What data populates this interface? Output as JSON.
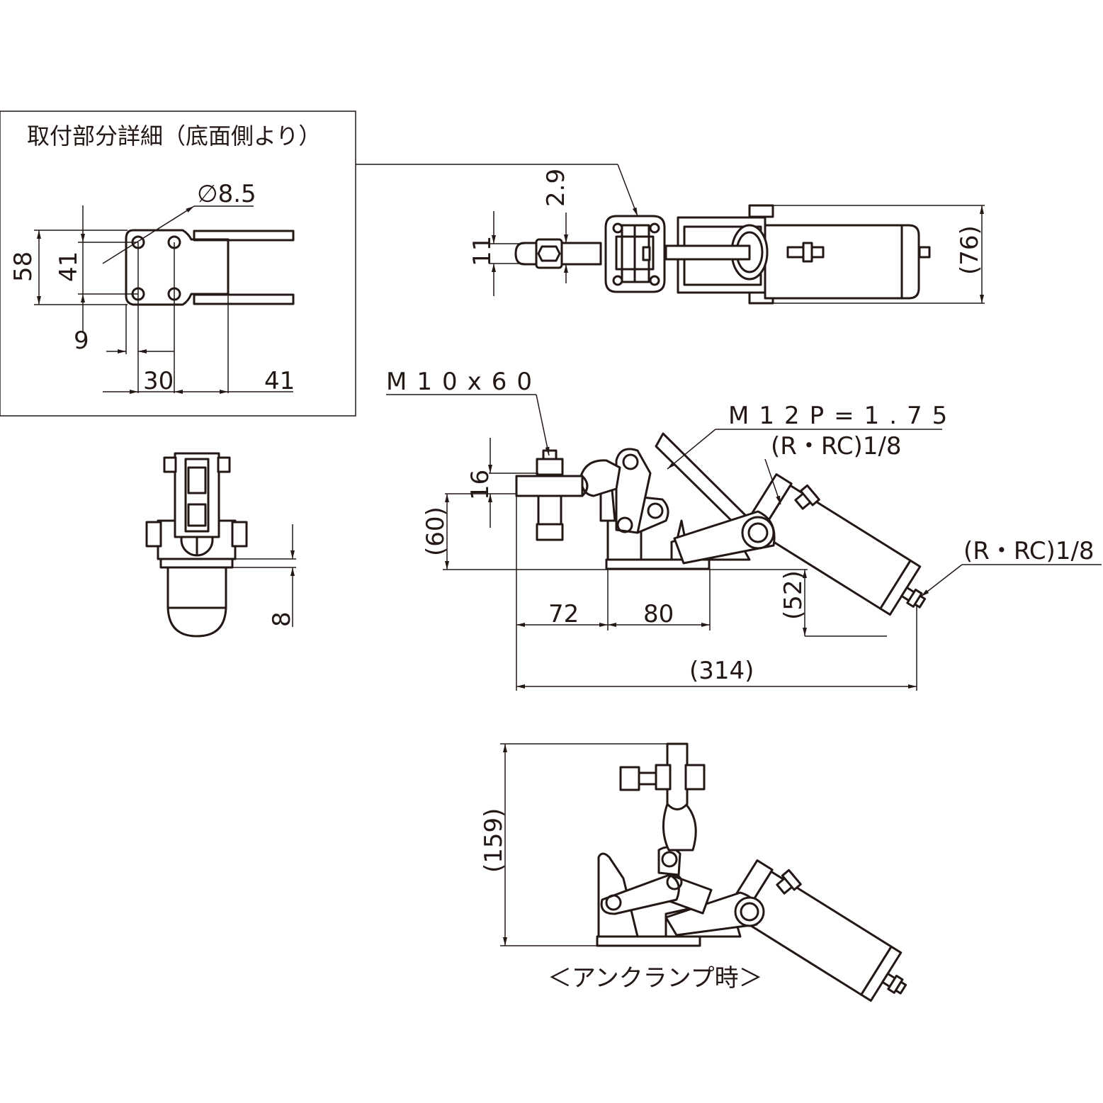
{
  "detail": {
    "title": "取付部分詳細（底面側より）",
    "hole_dia": "∅8.5",
    "dims": {
      "d58": "58",
      "d41v": "41",
      "d9": "9",
      "d30": "30",
      "d41h": "41"
    }
  },
  "plan": {
    "d29": "2.9",
    "d11": "11",
    "d76": "(76)"
  },
  "side": {
    "bolt_spec": "M10x60",
    "thread_spec": "M12P=1.75",
    "port1": "(R・RC)1/8",
    "port2": "(R・RC)1/8",
    "dims": {
      "d16": "16",
      "d60": "(60)",
      "d52": "(52)",
      "d72": "72",
      "d80": "80",
      "d314": "(314)"
    }
  },
  "front": {
    "d8": "8"
  },
  "unclamp": {
    "d159": "(159)",
    "caption": "＜アンクランプ時＞"
  }
}
